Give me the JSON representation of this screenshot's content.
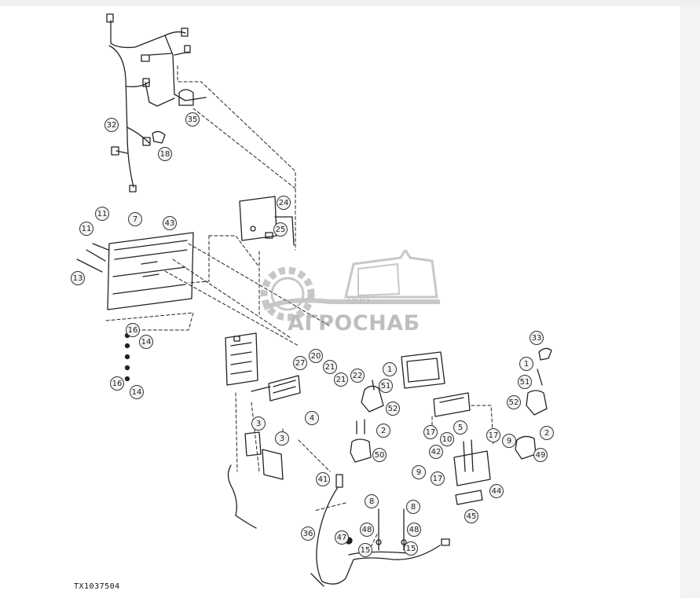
{
  "figure_id": "TX1037504",
  "watermark": {
    "org": "ООО",
    "brand": "АГРОСНАБ"
  },
  "callouts": [
    {
      "label": "32"
    },
    {
      "label": "35"
    },
    {
      "label": "18"
    },
    {
      "label": "24"
    },
    {
      "label": "25"
    },
    {
      "label": "11"
    },
    {
      "label": "7"
    },
    {
      "label": "43"
    },
    {
      "label": "11"
    },
    {
      "label": "13"
    },
    {
      "label": "16"
    },
    {
      "label": "14"
    },
    {
      "label": "16"
    },
    {
      "label": "14"
    },
    {
      "label": "27"
    },
    {
      "label": "20"
    },
    {
      "label": "21"
    },
    {
      "label": "22"
    },
    {
      "label": "21"
    },
    {
      "label": "1"
    },
    {
      "label": "51"
    },
    {
      "label": "52"
    },
    {
      "label": "2"
    },
    {
      "label": "50"
    },
    {
      "label": "4"
    },
    {
      "label": "3"
    },
    {
      "label": "3"
    },
    {
      "label": "33"
    },
    {
      "label": "1"
    },
    {
      "label": "51"
    },
    {
      "label": "52"
    },
    {
      "label": "2"
    },
    {
      "label": "49"
    },
    {
      "label": "17"
    },
    {
      "label": "5"
    },
    {
      "label": "10"
    },
    {
      "label": "17"
    },
    {
      "label": "9"
    },
    {
      "label": "42"
    },
    {
      "label": "9"
    },
    {
      "label": "17"
    },
    {
      "label": "44"
    },
    {
      "label": "45"
    },
    {
      "label": "41"
    },
    {
      "label": "8"
    },
    {
      "label": "8"
    },
    {
      "label": "48"
    },
    {
      "label": "48"
    },
    {
      "label": "36"
    },
    {
      "label": "47"
    },
    {
      "label": "15"
    },
    {
      "label": "15"
    }
  ]
}
